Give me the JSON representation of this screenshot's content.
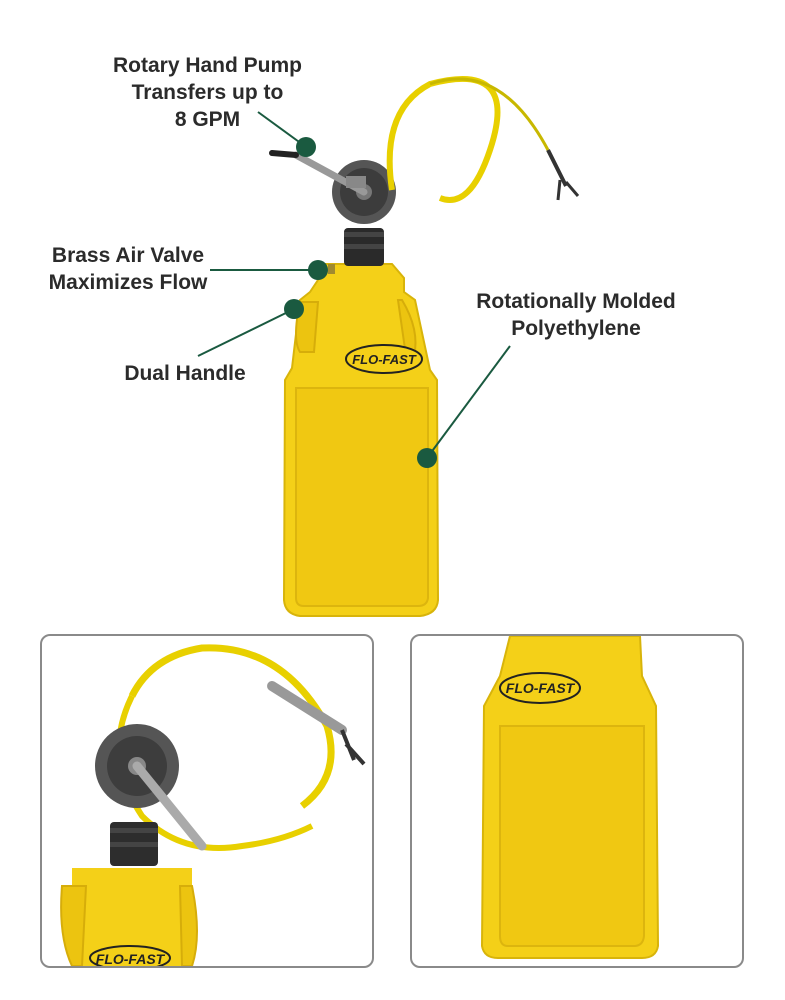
{
  "callouts": {
    "pump": [
      "Rotary Hand Pump",
      "Transfers up to",
      "8 GPM"
    ],
    "valve": [
      "Brass Air Valve",
      "Maximizes Flow"
    ],
    "handle": "Dual Handle",
    "poly": [
      "Rotationally Molded",
      "Polyethylene"
    ]
  },
  "brand": {
    "logo": "FLO-FAST"
  },
  "colors": {
    "container_yellow": "#f4d018",
    "marker_green": "#1a5a40",
    "panel_border": "#8a8a8a",
    "text": "#2b2b2b"
  }
}
